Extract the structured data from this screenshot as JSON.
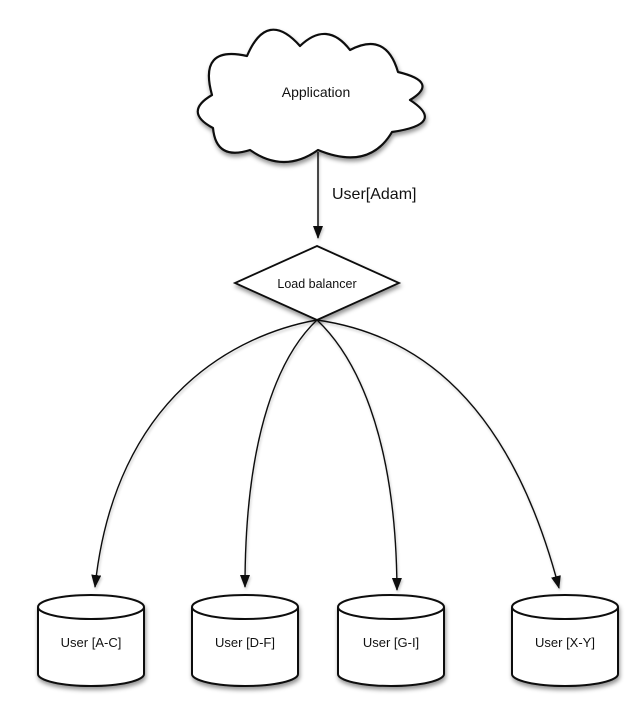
{
  "diagram": {
    "description": "Database sharding diagram: application routes users through a load balancer to four user shards",
    "colors": {
      "stroke": "#111111",
      "fill": "#ffffff",
      "background": "#ffffff",
      "shadow": "#9a9a9a"
    },
    "nodes": {
      "application": {
        "type": "cloud",
        "label": "Application"
      },
      "load_balancer": {
        "type": "diamond",
        "label": "Load balancer"
      },
      "shards": [
        {
          "type": "cylinder",
          "label": "User [A-C]"
        },
        {
          "type": "cylinder",
          "label": "User [D-F]"
        },
        {
          "type": "cylinder",
          "label": "User [G-I]"
        },
        {
          "type": "cylinder",
          "label": "User [X-Y]"
        }
      ]
    },
    "edges": {
      "app_to_lb": {
        "label": "User[Adam]",
        "from": "application",
        "to": "load_balancer"
      },
      "lb_to_shards": [
        {
          "from": "load_balancer",
          "to": "User [A-C]"
        },
        {
          "from": "load_balancer",
          "to": "User [D-F]"
        },
        {
          "from": "load_balancer",
          "to": "User [G-I]"
        },
        {
          "from": "load_balancer",
          "to": "User [X-Y]"
        }
      ]
    }
  }
}
